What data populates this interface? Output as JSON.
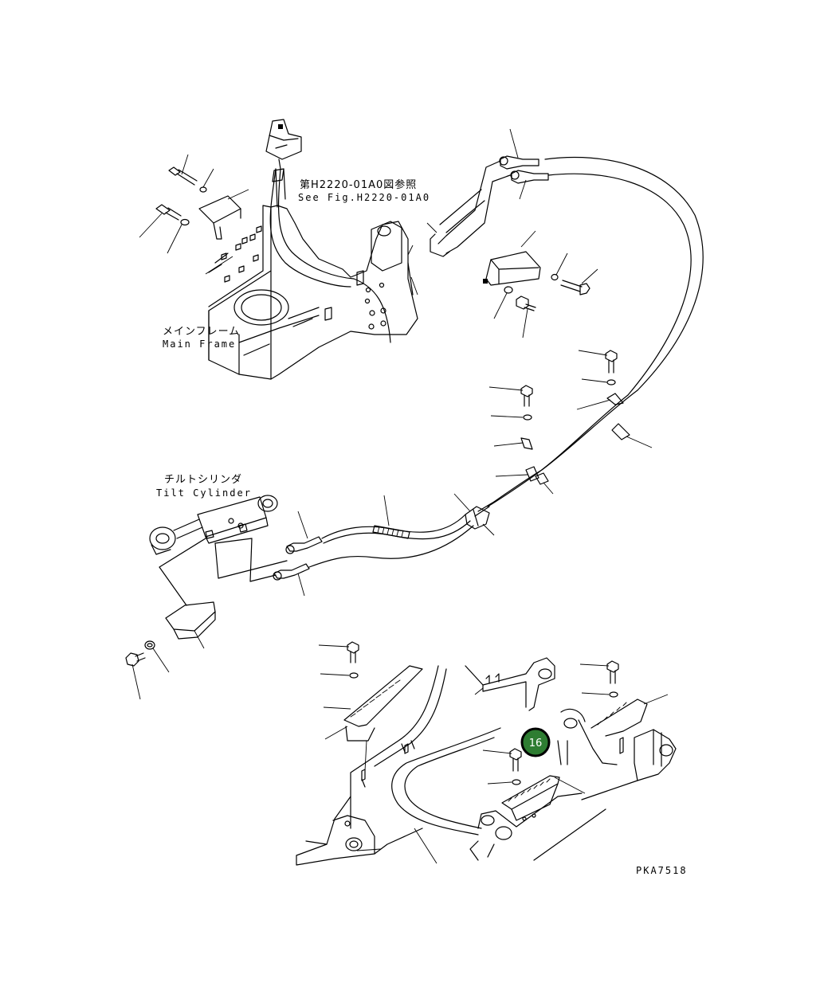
{
  "labels": {
    "ref_jp": "第H2220-01A0図参照",
    "ref_en": "See Fig.H2220-01A0",
    "main_frame_jp": "メインフレーム",
    "main_frame_en": "Main Frame",
    "tilt_cyl_jp": "チルトシリンダ",
    "tilt_cyl_en": "Tilt Cylinder",
    "drawing_code": "PKA7518"
  },
  "callout": {
    "number": "16",
    "fill_color": "#2e7d32",
    "ring_color": "#000000"
  },
  "colors": {
    "line": "#000000",
    "background": "#ffffff"
  }
}
